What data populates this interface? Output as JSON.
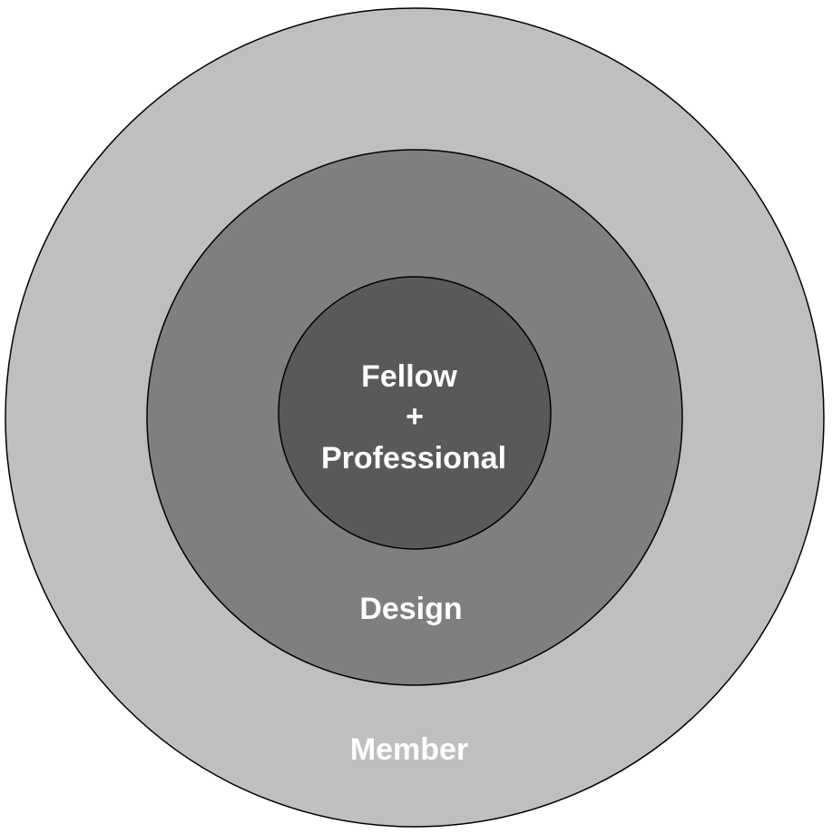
{
  "diagram": {
    "rings": {
      "outer": {
        "label": "Member",
        "fill": "#bfbfbf"
      },
      "middle": {
        "label": "Design",
        "fill": "#7f7f7f"
      },
      "inner": {
        "label_line1": "Fellow",
        "label_line2": "+",
        "label_line3": "Professional",
        "fill": "#595959"
      }
    },
    "stroke_color": "#000000",
    "label_color": "#ffffff"
  }
}
